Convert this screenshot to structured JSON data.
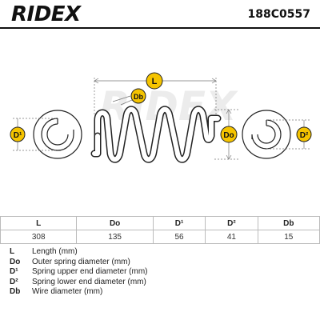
{
  "header": {
    "brand": "RIDEX",
    "part_number": "188C0557"
  },
  "diagram": {
    "watermark": "RIDEX",
    "label_length": "L",
    "label_wire": "Db",
    "label_outer": "Do",
    "label_upper": "D¹",
    "label_lower": "D²",
    "accent_color": "#f5c400"
  },
  "table": {
    "headers": [
      "L",
      "Do",
      "D¹",
      "D²",
      "Db"
    ],
    "values": [
      "308",
      "135",
      "56",
      "41",
      "15"
    ]
  },
  "legend": [
    {
      "key": "L",
      "text": "Length (mm)"
    },
    {
      "key": "Do",
      "text": "Outer spring diameter (mm)"
    },
    {
      "key": "D¹",
      "text": "Spring upper end diameter (mm)"
    },
    {
      "key": "D²",
      "text": "Spring lower end diameter (mm)"
    },
    {
      "key": "Db",
      "text": "Wire diameter (mm)"
    }
  ]
}
